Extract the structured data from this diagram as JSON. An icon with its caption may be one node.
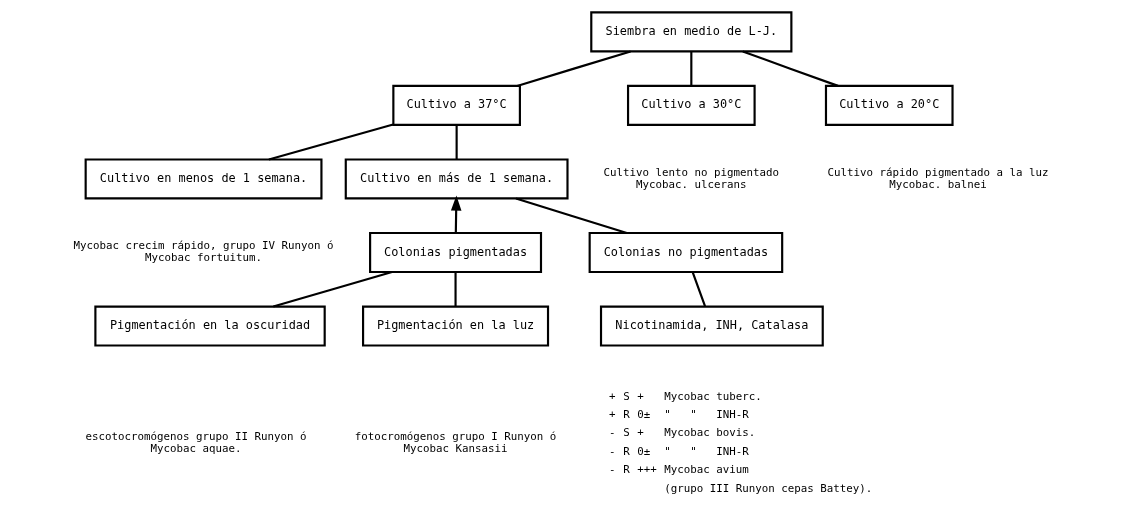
{
  "diagram": {
    "nodes": [
      {
        "text": [
          "Siembra en medio de L-J."
        ]
      },
      {
        "text": [
          "Cultivo a 37°C"
        ]
      },
      {
        "text": [
          "Cultivo a 30°C"
        ],
        "beside": [
          "Cultivo lento no pigmentado",
          "Mycobac. ulcerans"
        ]
      },
      {
        "text": [
          "Cultivo a 20°C"
        ],
        "beside": [
          "Cultivo rápido pigmentado a la luz",
          "Mycobac. balnei"
        ]
      },
      {
        "text": [
          "Cultivo en menos de 1 semana."
        ],
        "beside": [
          "Mycobac crecim rápido, grupo IV Runyon ó",
          "Mycobac fortuitum."
        ]
      },
      {
        "text": [
          "Cultivo en más de 1 semana."
        ]
      },
      {
        "text": [
          "Colonias pigmentadas"
        ]
      },
      {
        "text": [
          "Colonias no pigmentadas"
        ]
      },
      {
        "text": [
          "Pigmentación en la oscuridad"
        ],
        "beside": [
          "escotocromógenos grupo II Runyon ó",
          "Mycobac aquae."
        ]
      },
      {
        "text": [
          "Pigmentación en la luz"
        ],
        "beside": [
          "fotocromógenos grupo I Runyon ó",
          "Mycobac Kansasii"
        ]
      },
      {
        "text": [
          "Nicotinamida, INH, Catalasa"
        ]
      }
    ],
    "edges": [
      {
        "from": 0,
        "to": 1,
        "arrow": "none"
      },
      {
        "from": 0,
        "to": 2,
        "arrow": "none"
      },
      {
        "from": 0,
        "to": 3,
        "arrow": "none"
      },
      {
        "from": 1,
        "to": 4,
        "arrow": "none"
      },
      {
        "from": 1,
        "to": 5,
        "arrow": "none"
      },
      {
        "from": 6,
        "to": 5,
        "arrow": "to"
      },
      {
        "from": 5,
        "to": 7,
        "arrow": "none"
      },
      {
        "from": 6,
        "to": 8,
        "arrow": "none"
      },
      {
        "from": 6,
        "to": 9,
        "arrow": "none"
      },
      {
        "from": 7,
        "to": 10,
        "arrow": "none"
      }
    ],
    "labels": [
      "+",
      "S",
      "+",
      "Mycobac tuberc.",
      "+",
      "R",
      "0±",
      "\"   \"   INH-R",
      "-",
      "S",
      "+",
      "Mycobac bovis.",
      "-",
      "R",
      "0±",
      "\"   \"   INH-R",
      "-",
      "R",
      "+++",
      "Mycobac avium",
      "(grupo III Runyon cepas Battey)."
    ]
  }
}
